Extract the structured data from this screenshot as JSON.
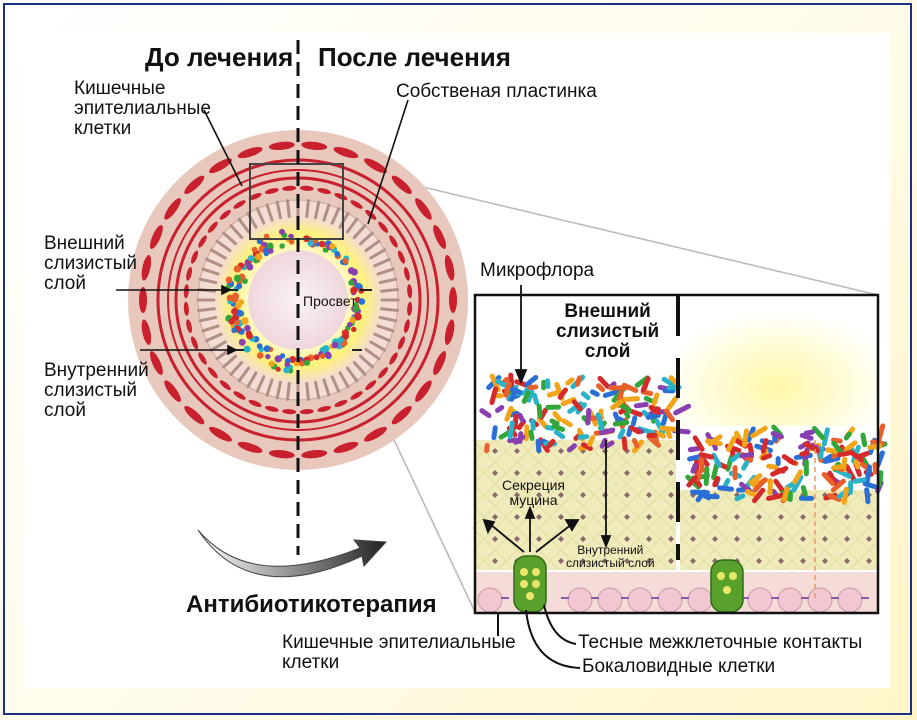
{
  "labels": {
    "before": "До лечения",
    "after": "После лечения",
    "epithelial_top": "Кишечные\nэпителиальные\nклетки",
    "lamina": "Собственая пластинка",
    "outer_mucus_left": "Внешний\nслизистый\nслой",
    "inner_mucus_left": "Внутренний\nслизистый\nслой",
    "lumen": "Просвет",
    "microflora": "Микрофлора",
    "outer_mucus_box": "Внешний\nслизистый\nслой",
    "mucin_secretion": "Секреция\nмуцина",
    "inner_mucus_box": "Внутренний\nслизистый слой",
    "antibiotic": "Антибиотикотерапия",
    "epithelial_bottom": "Кишечные эпителиальные\nклетки",
    "tight_junctions": "Тесные межклеточные контакты",
    "goblet_cells": "Бокаловидные клетки"
  },
  "colors": {
    "frame": "#1c2f86",
    "muscle_red": "#c8202c",
    "tissue_pink": "#e6c4b8",
    "mucus_yellow": "#fff27a",
    "epithelium_pink": "#f2c9cf",
    "goblet_green": "#5aa02c"
  }
}
